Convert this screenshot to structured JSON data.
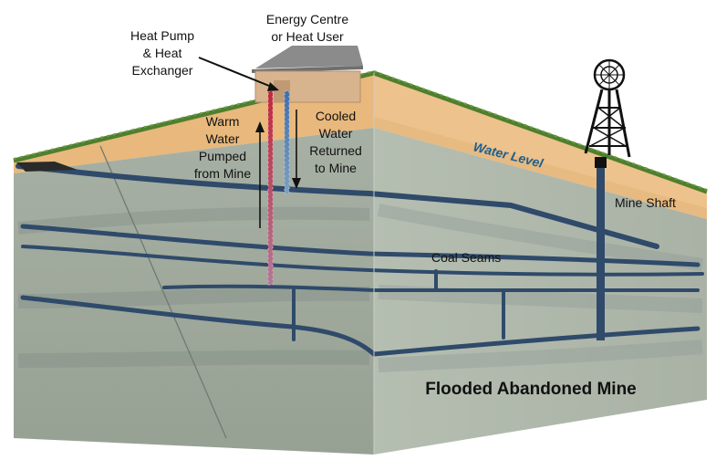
{
  "labels": {
    "energy_centre_line1": "Energy Centre",
    "energy_centre_line2": "or Heat User",
    "heat_pump_line1": "Heat Pump",
    "heat_pump_line2": "& Heat",
    "heat_pump_line3": "Exchanger",
    "warm_line1": "Warm",
    "warm_line2": "Water",
    "warm_line3": "Pumped",
    "warm_line4": "from Mine",
    "cooled_line1": "Cooled",
    "cooled_line2": "Water",
    "cooled_line3": "Returned",
    "cooled_line4": "to Mine",
    "water_level": "Water Level",
    "mine_shaft": "Mine Shaft",
    "coal_seams": "Coal Seams",
    "flooded_mine": "Flooded Abandoned Mine"
  },
  "colors": {
    "grass": "#4f7f2e",
    "soil": "#e8b87c",
    "flooded_rock": "#9aa59b",
    "coal_seam": "#2f4a6a",
    "warm_pipe": "#b23a4a",
    "cool_pipe": "#3f6fae",
    "water_level_text": "#1f5f8f"
  },
  "icons": {
    "headframe": "mine-headframe-icon",
    "building": "energy-centre-building-icon"
  }
}
